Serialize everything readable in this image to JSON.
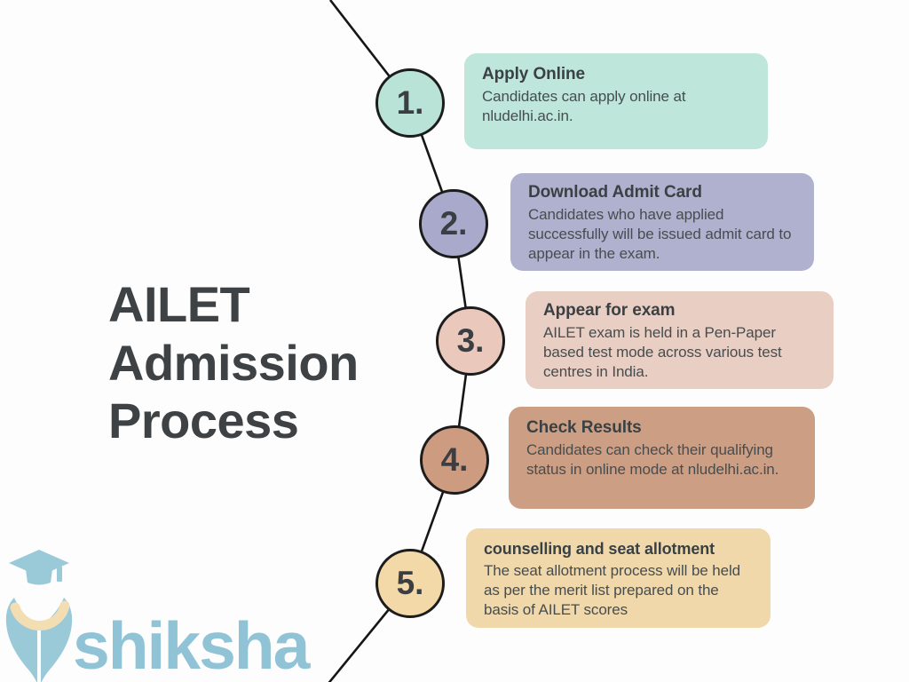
{
  "canvas": {
    "background": "#fcfdfc",
    "line_color": "#161616"
  },
  "title": {
    "text": "AILET Admission Process",
    "color": "#3e4245"
  },
  "brand": {
    "name": "shiksha",
    "text_color": "#8fc3d5",
    "icon": "graduation-cap-pen-icon",
    "icon_blue": "#9ac9d8",
    "icon_cream": "#f3ddb2"
  },
  "steps": [
    {
      "number": "1.",
      "heading": "Apply Online",
      "body": "Candidates can apply online at nludelhi.ac.in.",
      "card_color": "#bee6da",
      "circle_color": "#b9e3d6"
    },
    {
      "number": "2.",
      "heading": "Download Admit Card",
      "body": "Candidates who have applied successfully will be issued admit card to appear in the exam.",
      "card_color": "#b0b1ce",
      "circle_color": "#a9aacb"
    },
    {
      "number": "3.",
      "heading": "Appear for exam",
      "body": "AILET exam is held in a Pen-Paper based test mode across various test centres in India.",
      "card_color": "#e9cec3",
      "circle_color": "#eac9bc"
    },
    {
      "number": "4.",
      "heading": "Check Results",
      "body": "Candidates can check their qualifying status in online mode at nludelhi.ac.in.",
      "card_color": "#cc9f85",
      "circle_color": "#cd9c80"
    },
    {
      "number": "5.",
      "heading": "counselling and seat allotment",
      "body": "The seat allotment process will be held as per the merit list prepared on the basis of AILET scores",
      "card_color": "#f0d8ab",
      "circle_color": "#f3d9a7"
    }
  ]
}
